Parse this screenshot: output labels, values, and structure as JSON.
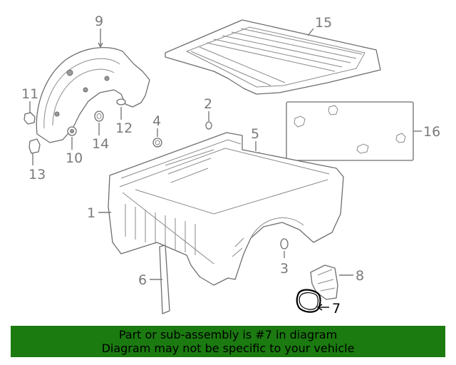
{
  "callouts": [
    {
      "id": "1",
      "label": "1"
    },
    {
      "id": "2",
      "label": "2"
    },
    {
      "id": "3",
      "label": "3"
    },
    {
      "id": "4",
      "label": "4"
    },
    {
      "id": "5",
      "label": "5"
    },
    {
      "id": "6",
      "label": "6"
    },
    {
      "id": "7",
      "label": "7"
    },
    {
      "id": "8",
      "label": "8"
    },
    {
      "id": "9",
      "label": "9"
    },
    {
      "id": "10",
      "label": "10"
    },
    {
      "id": "11",
      "label": "11"
    },
    {
      "id": "12",
      "label": "12"
    },
    {
      "id": "13",
      "label": "13"
    },
    {
      "id": "14",
      "label": "14"
    },
    {
      "id": "15",
      "label": "15"
    },
    {
      "id": "16",
      "label": "16"
    }
  ],
  "highlight_part": "7",
  "colors": {
    "banner": "#1b7a10",
    "line": "#7a7a7a",
    "highlight": "#000000"
  },
  "footer": {
    "line1": "Part or sub-assembly is #7 in diagram",
    "line2": "Diagram may not be specific to your vehicle"
  }
}
